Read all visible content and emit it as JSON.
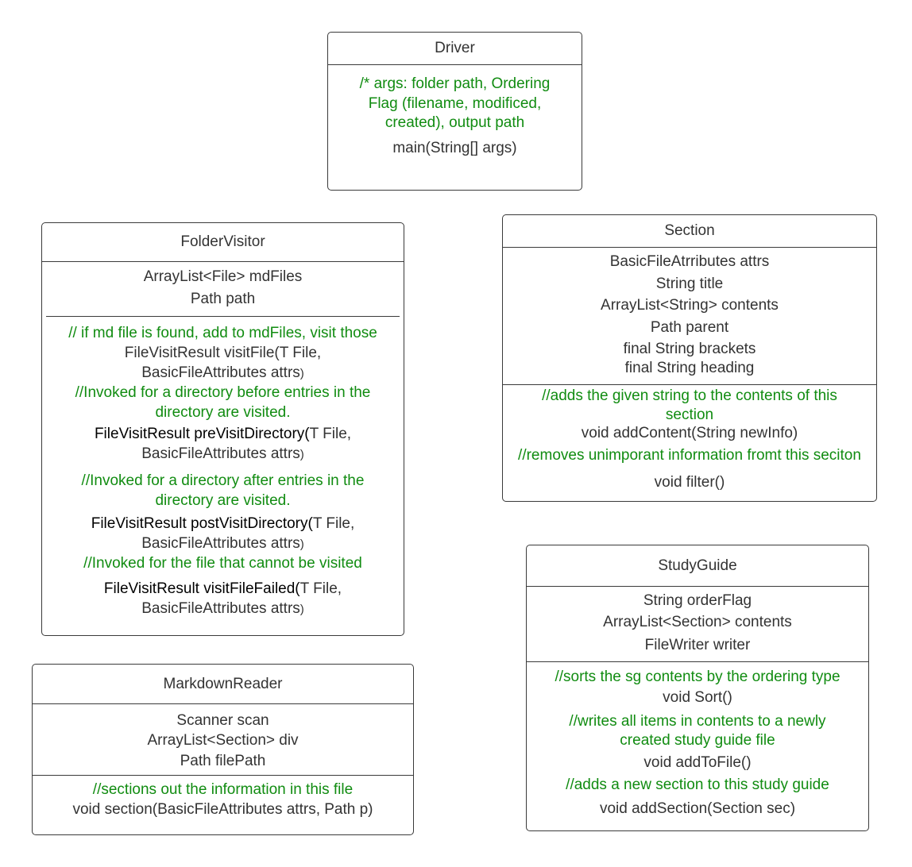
{
  "driver": {
    "name": "Driver",
    "comment": [
      "/* args: folder path, Ordering",
      "Flag (filename, modificed,",
      "created), output path"
    ],
    "method": "main(String[] args)"
  },
  "folder_visitor": {
    "name": "FolderVisitor",
    "fields": [
      "ArrayList<File> mdFiles",
      "Path path"
    ],
    "m1_comment": "// if md file is found, add to mdFiles, visit those",
    "m1_sig": [
      "FileVisitResult visitFile(T File,",
      "BasicFileAttributes attrs",
      ")"
    ],
    "m2_comment": [
      "//Invoked for a directory before entries in the",
      "directory are visited."
    ],
    "m2_sig": [
      "FileVisitResult preVisitDirectory(",
      "T File,",
      "BasicFileAttributes attrs",
      ")"
    ],
    "m3_comment": [
      "//Invoked for a directory after entries in the",
      "directory are visited."
    ],
    "m3_sig": [
      "FileVisitResult postVisitDirectory(",
      "T File,",
      "BasicFileAttributes attrs",
      ")"
    ],
    "m4_comment": "//Invoked for the file that cannot be visited",
    "m4_sig": [
      "FileVisitResult visitFileFailed(",
      "T File,",
      "BasicFileAttributes attrs",
      ")"
    ]
  },
  "markdown_reader": {
    "name": "MarkdownReader",
    "fields": [
      "Scanner scan",
      "ArrayList<Section> div",
      "Path filePath"
    ],
    "comment": "//sections out the information in this file",
    "method": "void section(BasicFileAttributes attrs, Path p)"
  },
  "section": {
    "name": "Section",
    "fields": [
      "BasicFileAtrributes attrs",
      "String title",
      "ArrayList<String> contents",
      "Path parent",
      "final String brackets",
      "final String heading"
    ],
    "c1": [
      "//adds the given string to the contents of this",
      "section"
    ],
    "m1": "void addContent(String newInfo)",
    "c2": "//removes unimporant information fromt this seciton",
    "m2": "void filter()"
  },
  "study_guide": {
    "name": "StudyGuide",
    "fields": [
      "String orderFlag",
      "ArrayList<Section> contents",
      "FileWriter writer"
    ],
    "c1": "//sorts the sg contents by the ordering type",
    "m1": "void Sort()",
    "c2": [
      "//writes all items in contents to a newly",
      "created study guide file"
    ],
    "m2": "void addToFile()",
    "c3": "//adds a new section to this study guide",
    "m3": "void addSection(Section sec)"
  }
}
